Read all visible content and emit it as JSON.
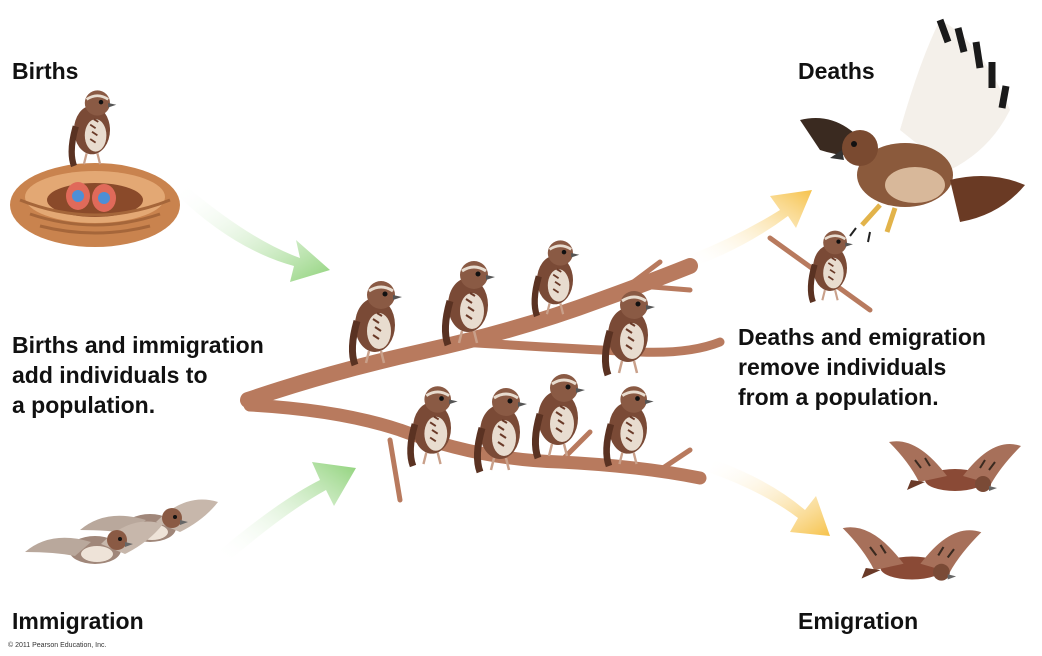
{
  "labels": {
    "births": "Births",
    "deaths": "Deaths",
    "immigration": "Immigration",
    "emigration": "Emigration"
  },
  "text_left": {
    "line1": "Births and immigration",
    "line2": "add individuals to",
    "line3": "a population."
  },
  "text_right": {
    "line1": "Deaths and emigration",
    "line2": "remove individuals",
    "line3": "from a population."
  },
  "copyright": "© 2011 Pearson Education, Inc.",
  "colors": {
    "inflow_arrow": "#8fd27a",
    "outflow_arrow": "#f6c24a",
    "branch": "#b87a5e",
    "sparrow": "#7a4a36",
    "nest": "#d89a62",
    "hawk": "#8b5a3c"
  },
  "icons": [
    "nest-icon",
    "sparrow-icon",
    "hawk-icon",
    "flying-sparrow-icon",
    "branch-icon",
    "arrow-icon"
  ]
}
